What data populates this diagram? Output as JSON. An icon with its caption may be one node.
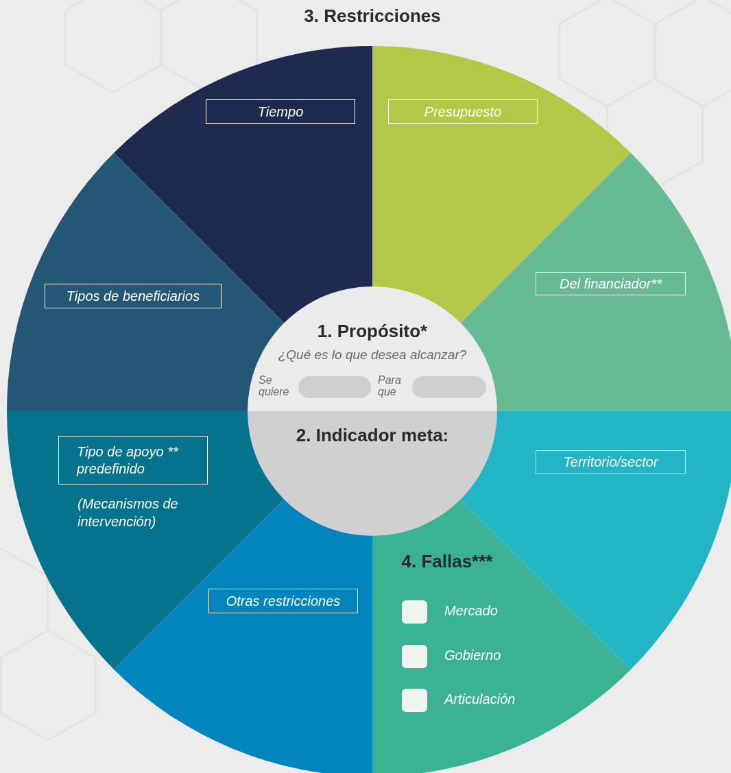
{
  "diagram": {
    "title": "3. Restricciones",
    "nodes": [
      {
        "text": [
          "Tiempo"
        ]
      },
      {
        "text": [
          "Presupuesto"
        ]
      },
      {
        "text": [
          "Tipos de beneficiarios"
        ]
      },
      {
        "text": [
          "Del financiador**"
        ]
      },
      {
        "text": [
          "1. Propósito*",
          "¿Qué es lo que desea alcanzar?",
          "Se quiere",
          "Para que"
        ]
      },
      {
        "text": [
          "2. Indicador meta:"
        ]
      },
      {
        "text": [
          "Tipo de apoyo ** predefinido",
          "(Mecanismos de intervención)"
        ]
      },
      {
        "text": [
          "Territorio/sector"
        ]
      },
      {
        "text": [
          "Otras restricciones"
        ]
      },
      {
        "text": [
          "4. Fallas***",
          "Mercado",
          "Gobierno",
          "Articulación"
        ]
      }
    ],
    "edges": []
  }
}
